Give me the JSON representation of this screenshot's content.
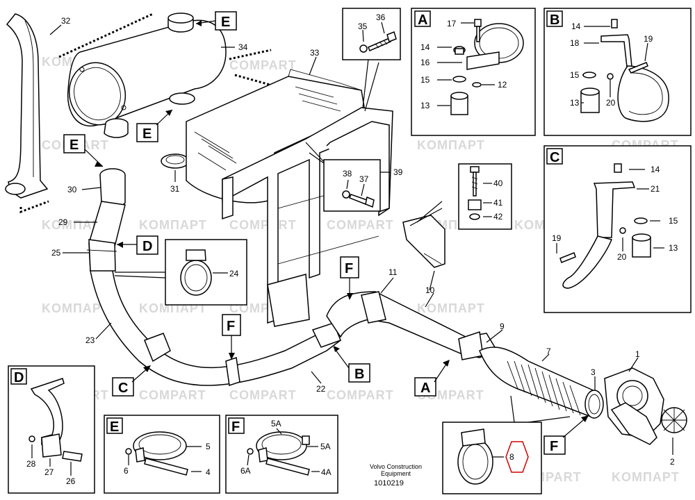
{
  "diagram": {
    "footer": {
      "company": "Volvo Construction",
      "company2": "Equipment",
      "code": "1010219"
    },
    "watermarks": [
      "KOMПАРТ",
      "COMPART"
    ],
    "inset_boxes": [
      {
        "label": "A"
      },
      {
        "label": "B"
      },
      {
        "label": "C"
      },
      {
        "label": "D"
      },
      {
        "label": "E"
      },
      {
        "label": "F"
      }
    ],
    "callouts": [
      {
        "label": "E"
      },
      {
        "label": "E"
      },
      {
        "label": "E"
      },
      {
        "label": "D"
      },
      {
        "label": "F"
      },
      {
        "label": "F"
      },
      {
        "label": "B"
      },
      {
        "label": "C"
      },
      {
        "label": "A"
      },
      {
        "label": "F"
      }
    ],
    "part_numbers": [
      "32",
      "34",
      "33",
      "35",
      "36",
      "17",
      "14",
      "16",
      "15",
      "12",
      "13",
      "14",
      "18",
      "19",
      "15",
      "20",
      "13",
      "30",
      "29",
      "25",
      "31",
      "38",
      "37",
      "39",
      "40",
      "41",
      "42",
      "24",
      "23",
      "11",
      "10",
      "9",
      "7",
      "3",
      "1",
      "22",
      "2",
      "14",
      "21",
      "15",
      "19",
      "20",
      "13",
      "28",
      "27",
      "26",
      "6",
      "5",
      "4",
      "5A",
      "6A",
      "5A",
      "4A",
      "8"
    ]
  }
}
